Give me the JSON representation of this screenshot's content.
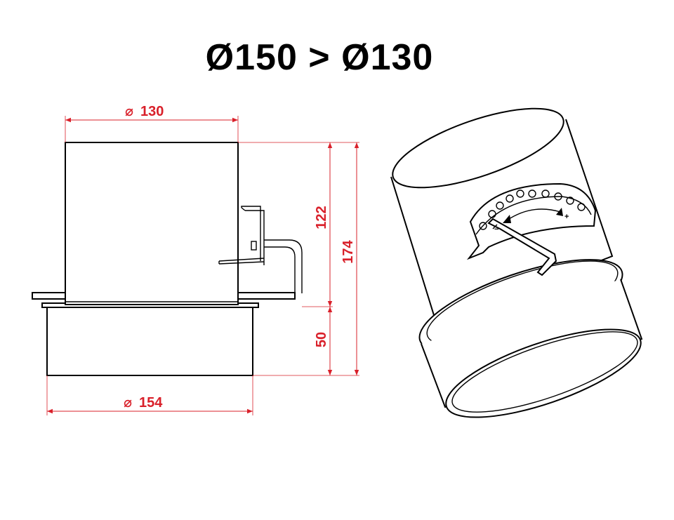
{
  "title": "Ø150 > Ø130",
  "dimensions": {
    "top_diameter": "130",
    "bottom_diameter": "154",
    "upper_height": "122",
    "total_height": "174",
    "lower_height": "50",
    "diameter_symbol": "⌀"
  },
  "colors": {
    "dimension": "#d9202a",
    "outline": "#000000",
    "background": "#ffffff"
  }
}
